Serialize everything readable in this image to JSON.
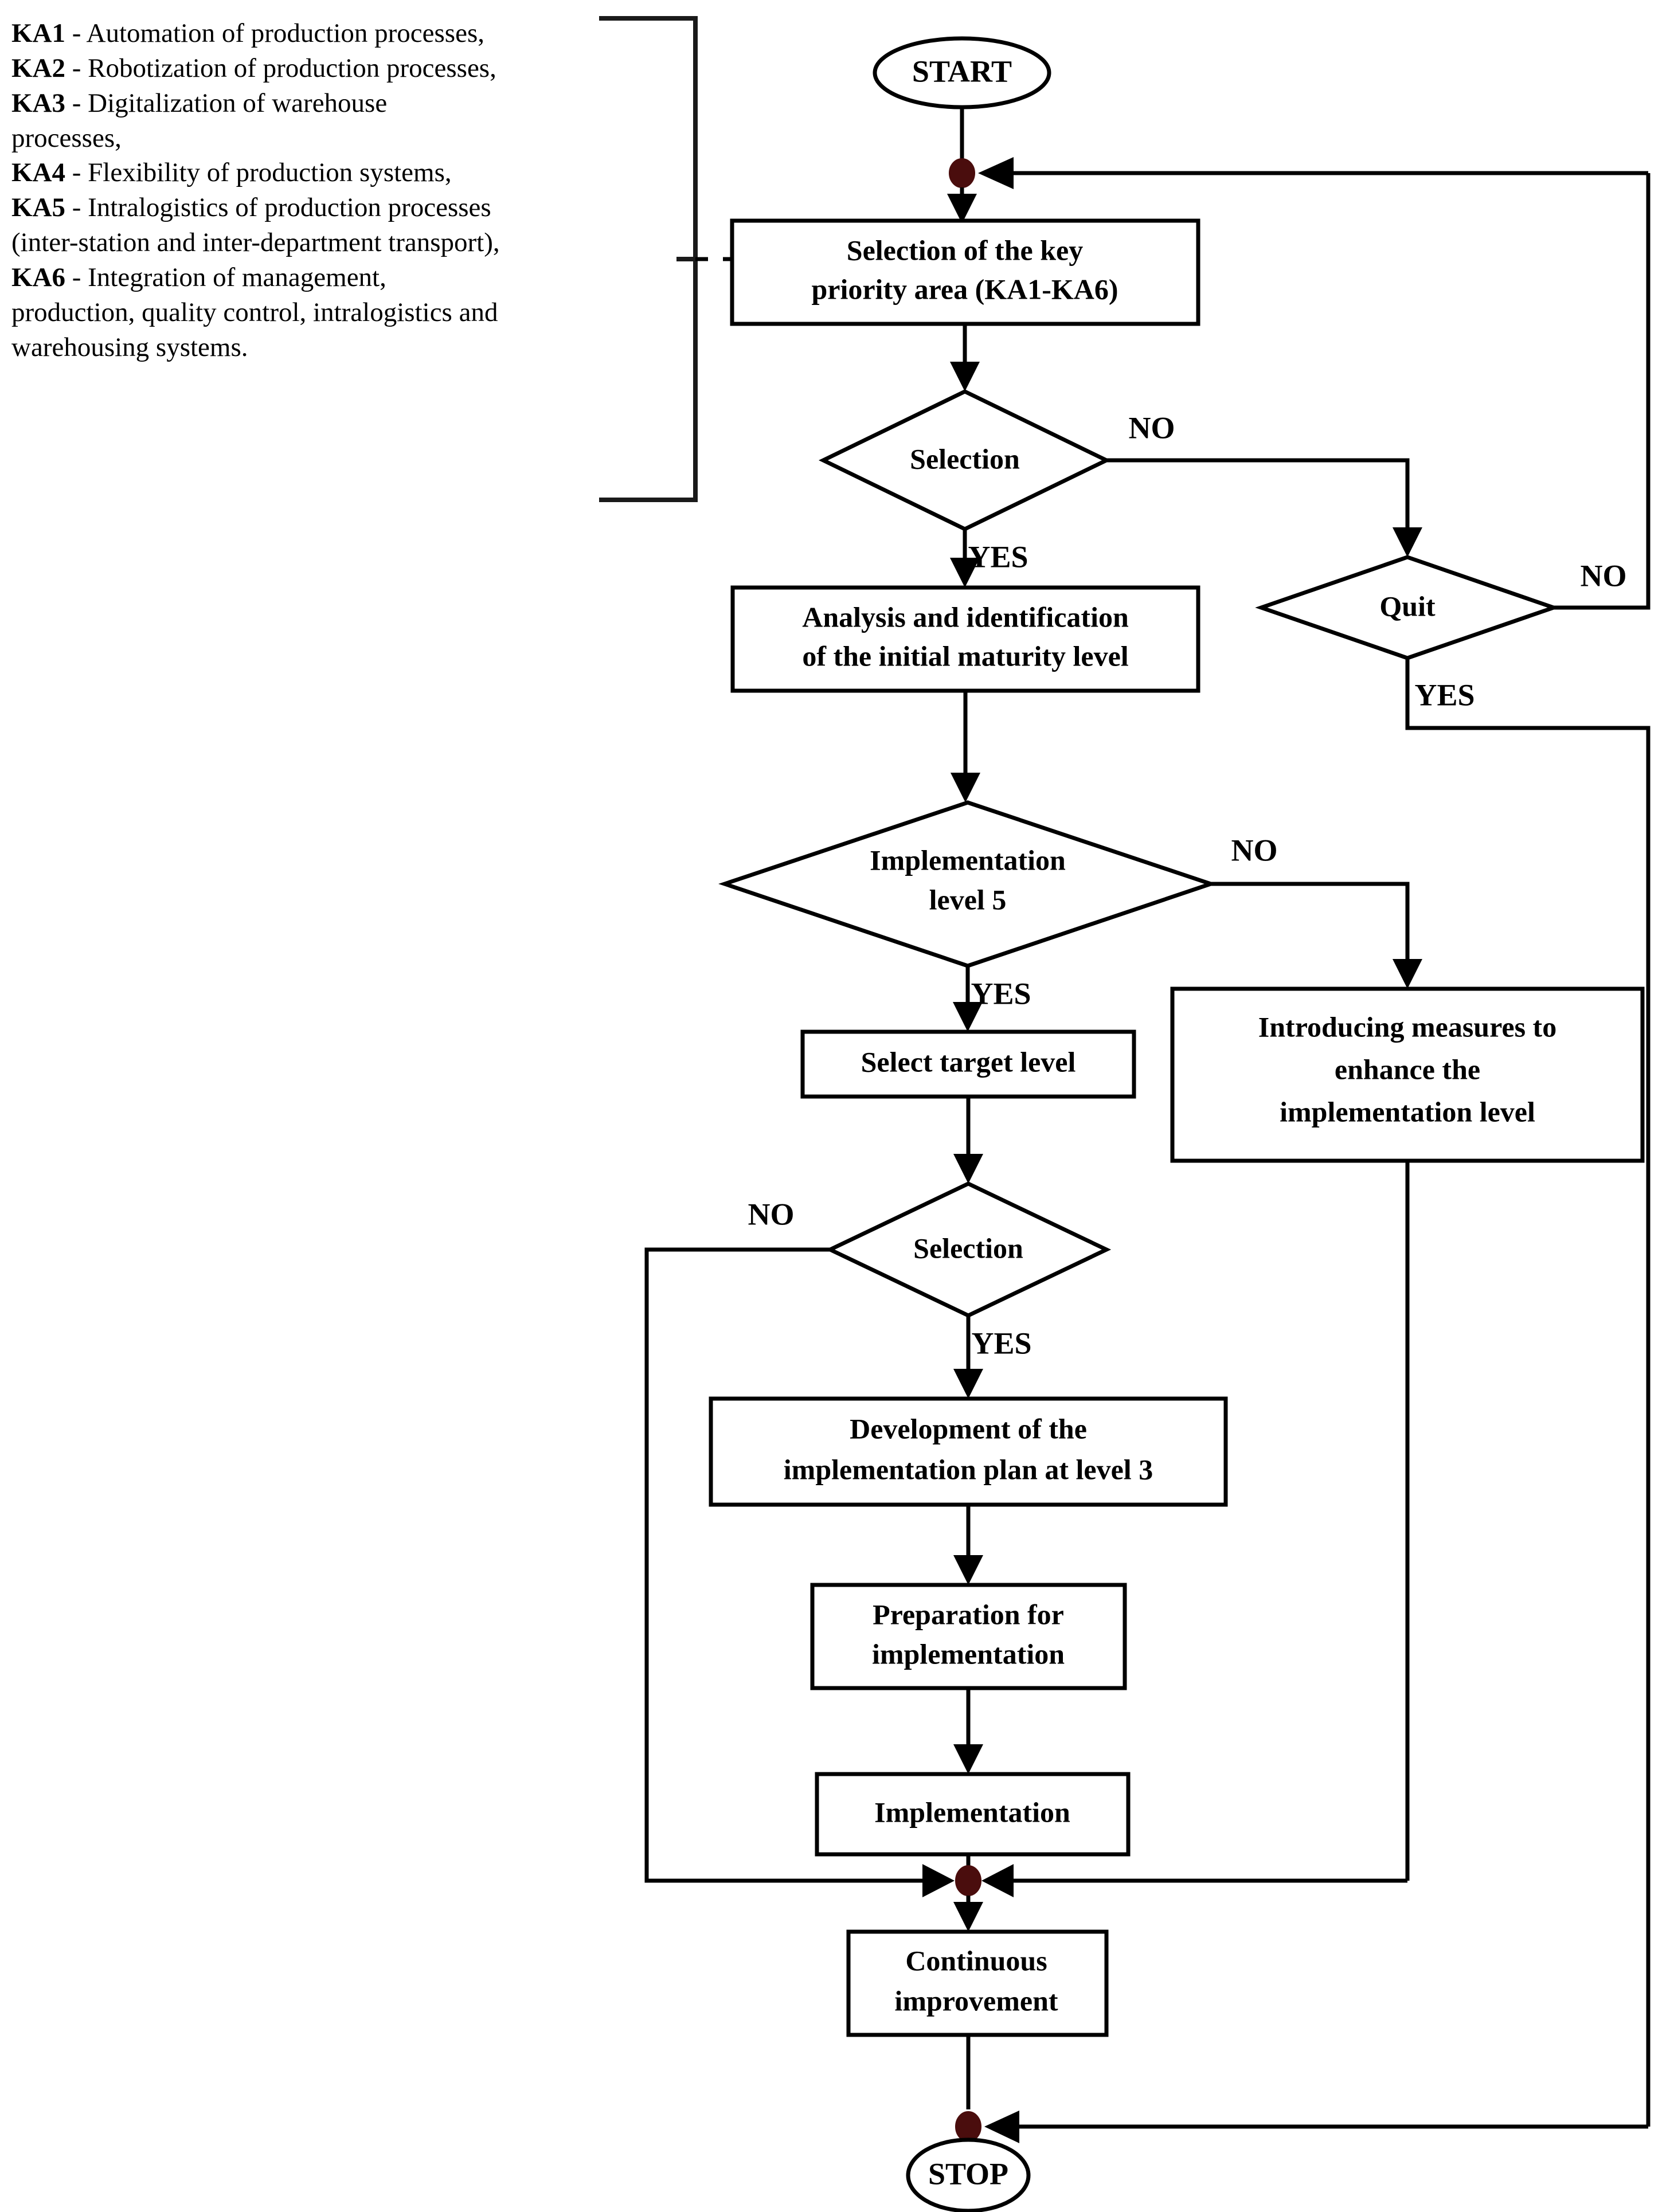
{
  "legend": {
    "title": "Key priority areas legend",
    "items": [
      {
        "code": "KA1",
        "text": " - Automation of production processes,"
      },
      {
        "code": "KA2",
        "text": " - Robotization of production processes,"
      },
      {
        "code": "KA3",
        "text": " - Digitalization of warehouse"
      },
      {
        "code": "",
        "text": "processes,"
      },
      {
        "code": "KA4",
        "text": " - Flexibility of production systems,"
      },
      {
        "code": "KA5",
        "text": " - Intralogistics of production processes"
      },
      {
        "code": "",
        "text": "(inter-station and inter-department transport),"
      },
      {
        "code": "KA6",
        "text": " - Integration of management,"
      },
      {
        "code": "",
        "text": "production, quality control, intralogistics and"
      },
      {
        "code": "",
        "text": "warehousing systems."
      }
    ]
  },
  "chart_data": {
    "type": "diagram",
    "subtype": "flowchart",
    "title": "Industry 4.0 maturity implementation flowchart",
    "colors": {
      "stroke": "#000000",
      "fill": "#ffffff",
      "merge_node": "#4a0d0d",
      "background": "#ffffff"
    },
    "nodes": [
      {
        "id": "start",
        "shape": "terminator",
        "label": "START"
      },
      {
        "id": "merge1",
        "shape": "connector",
        "label": ""
      },
      {
        "id": "select_ka",
        "shape": "process",
        "label": "Selection of the key priority area (KA1-KA6)",
        "lines": [
          "Selection of the key",
          "priority area (KA1-KA6)"
        ]
      },
      {
        "id": "sel1",
        "shape": "decision",
        "label": "Selection"
      },
      {
        "id": "quit",
        "shape": "decision",
        "label": "Quit"
      },
      {
        "id": "analysis",
        "shape": "process",
        "label": "Analysis and identification of the initial maturity level",
        "lines": [
          "Analysis and identification",
          "of the initial maturity level"
        ]
      },
      {
        "id": "lvl5",
        "shape": "decision",
        "label": "Implementation level 5",
        "lines": [
          "Implementation",
          "level 5"
        ]
      },
      {
        "id": "measures",
        "shape": "process",
        "label": "Introducing measures to enhance the implementation level",
        "lines": [
          "Introducing measures to",
          "enhance the",
          "implementation level"
        ]
      },
      {
        "id": "target",
        "shape": "process",
        "label": "Select target level",
        "lines": [
          "Select target level"
        ]
      },
      {
        "id": "sel2",
        "shape": "decision",
        "label": "Selection"
      },
      {
        "id": "devplan",
        "shape": "process",
        "label": "Development of the implementation plan at level 3",
        "lines": [
          "Development of the",
          "implementation plan at level 3"
        ]
      },
      {
        "id": "prep",
        "shape": "process",
        "label": "Preparation for implementation",
        "lines": [
          "Preparation for",
          "implementation"
        ]
      },
      {
        "id": "impl",
        "shape": "process",
        "label": "Implementation",
        "lines": [
          "Implementation"
        ]
      },
      {
        "id": "merge2",
        "shape": "connector",
        "label": ""
      },
      {
        "id": "contimp",
        "shape": "process",
        "label": "Continuous improvement",
        "lines": [
          "Continuous",
          "improvement"
        ]
      },
      {
        "id": "merge3",
        "shape": "connector",
        "label": ""
      },
      {
        "id": "stop",
        "shape": "terminator",
        "label": "STOP"
      }
    ],
    "edges": [
      {
        "from": "start",
        "to": "merge1",
        "label": ""
      },
      {
        "from": "merge1",
        "to": "select_ka",
        "label": ""
      },
      {
        "from": "select_ka",
        "to": "sel1",
        "label": ""
      },
      {
        "from": "sel1",
        "to": "analysis",
        "label": "YES"
      },
      {
        "from": "sel1",
        "to": "quit",
        "label": "NO"
      },
      {
        "from": "quit",
        "to": "merge1",
        "label": "NO"
      },
      {
        "from": "quit",
        "to": "merge3",
        "label": "YES"
      },
      {
        "from": "analysis",
        "to": "lvl5",
        "label": ""
      },
      {
        "from": "lvl5",
        "to": "target",
        "label": "YES"
      },
      {
        "from": "lvl5",
        "to": "measures",
        "label": "NO"
      },
      {
        "from": "measures",
        "to": "merge2",
        "label": ""
      },
      {
        "from": "target",
        "to": "sel2",
        "label": ""
      },
      {
        "from": "sel2",
        "to": "devplan",
        "label": "YES"
      },
      {
        "from": "sel2",
        "to": "merge2",
        "label": "NO"
      },
      {
        "from": "devplan",
        "to": "prep",
        "label": ""
      },
      {
        "from": "prep",
        "to": "impl",
        "label": ""
      },
      {
        "from": "impl",
        "to": "merge2",
        "label": ""
      },
      {
        "from": "merge2",
        "to": "contimp",
        "label": ""
      },
      {
        "from": "contimp",
        "to": "merge3",
        "label": ""
      },
      {
        "from": "merge3",
        "to": "stop",
        "label": ""
      }
    ],
    "branch_labels": {
      "sel1_no": "NO",
      "sel1_yes": "YES",
      "quit_no": "NO",
      "quit_yes": "YES",
      "lvl5_no": "NO",
      "lvl5_yes": "YES",
      "sel2_no": "NO",
      "sel2_yes": "YES"
    },
    "text": {
      "start": "START",
      "stop": "STOP",
      "select_ka_l1": "Selection of the key",
      "select_ka_l2": "priority area (KA1-KA6)",
      "sel1": "Selection",
      "quit": "Quit",
      "analysis_l1": "Analysis and identification",
      "analysis_l2": "of the initial maturity level",
      "lvl5_l1": "Implementation",
      "lvl5_l2": "level 5",
      "measures_l1": "Introducing measures to",
      "measures_l2": "enhance the",
      "measures_l3": "implementation level",
      "target": "Select target level",
      "sel2": "Selection",
      "devplan_l1": "Development of the",
      "devplan_l2": "implementation plan at level 3",
      "prep_l1": "Preparation for",
      "prep_l2": "implementation",
      "impl": "Implementation",
      "contimp_l1": "Continuous",
      "contimp_l2": "improvement"
    }
  }
}
